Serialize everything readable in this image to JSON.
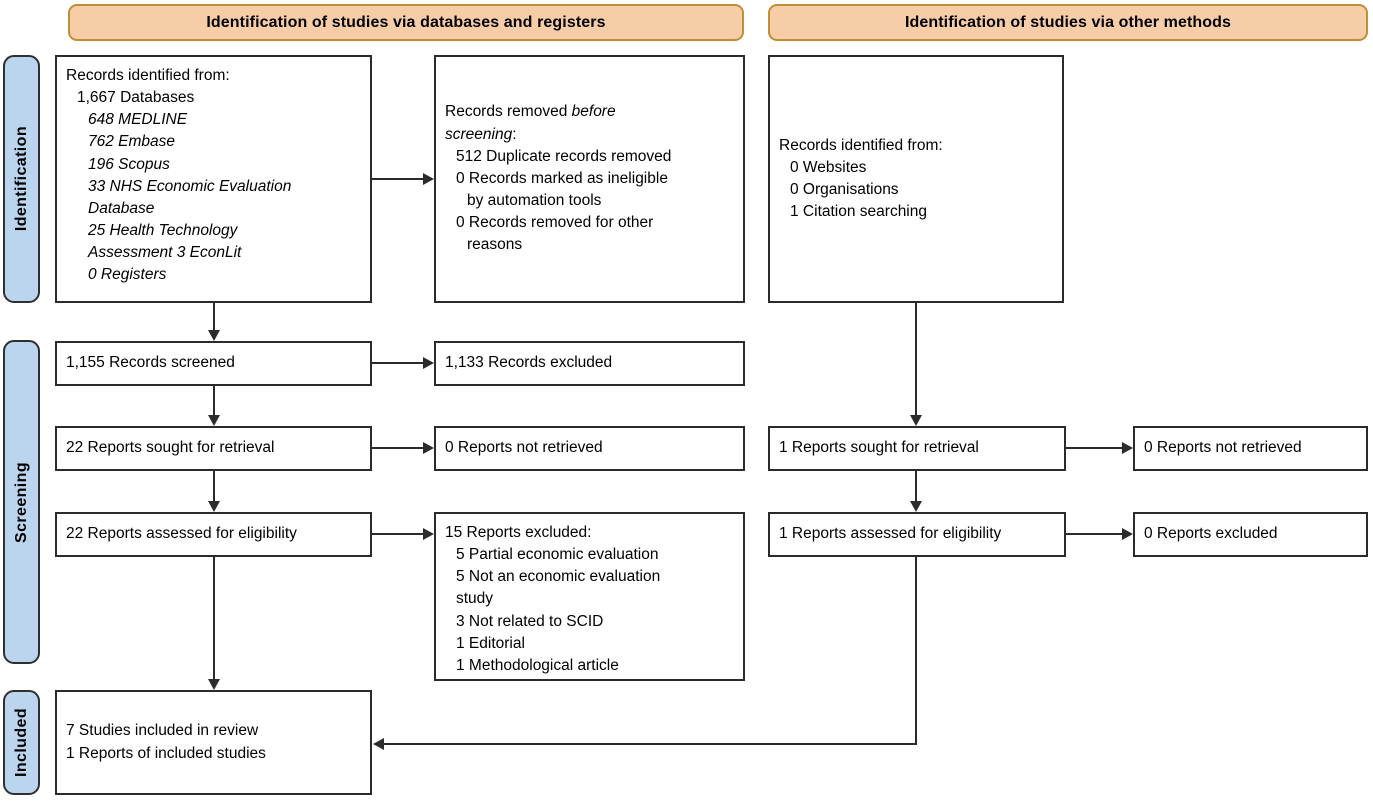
{
  "diagram": {
    "title": "PRISMA 2020 flow diagram",
    "colors": {
      "header_fill": "#F7CDA8",
      "header_border": "#BF8F35",
      "stage_tab_fill": "#BCD5EF",
      "box_border": "#2b2b2b",
      "connector": "#2b2b2b",
      "background": "#FFFFFF"
    }
  },
  "headers": [
    {
      "label": "Identification of studies via databases and registers"
    },
    {
      "label": "Identification of studies via other methods"
    }
  ],
  "stages": [
    {
      "label": "Identification"
    },
    {
      "label": "Screening"
    },
    {
      "label": "Included"
    }
  ],
  "boxes": {
    "records_identified_db": {
      "lines": [
        {
          "text": "Records identified from:",
          "indent": 0,
          "italic": false
        },
        {
          "text": "1,667 Databases",
          "indent": 1,
          "italic": false
        },
        {
          "text": "648 MEDLINE",
          "indent": 2,
          "italic": true
        },
        {
          "text": "762 Embase",
          "indent": 2,
          "italic": true
        },
        {
          "text": "196 Scopus",
          "indent": 2,
          "italic": true
        },
        {
          "text": "33 NHS Economic Evaluation",
          "indent": 2,
          "italic": true
        },
        {
          "text": "Database",
          "indent": 2,
          "italic": true
        },
        {
          "text": "25 Health Technology",
          "indent": 2,
          "italic": true
        },
        {
          "text": "Assessment 3 EconLit",
          "indent": 2,
          "italic": true
        },
        {
          "text": "0 Registers",
          "indent": 2,
          "italic": true
        }
      ]
    },
    "records_removed": {
      "lines": [
        {
          "text": "Records removed ",
          "indent": 0,
          "italic": false,
          "tail": "before",
          "tail_italic": true
        },
        {
          "text": "screening",
          "indent": 0,
          "italic": true,
          "tail": ":",
          "tail_italic": false
        },
        {
          "text": "512 Duplicate records removed",
          "indent": 1,
          "italic": false
        },
        {
          "text": "0 Records marked as ineligible",
          "indent": 1,
          "italic": false
        },
        {
          "text": "by automation tools",
          "indent": 2,
          "italic": false
        },
        {
          "text": "0 Records removed for other",
          "indent": 1,
          "italic": false
        },
        {
          "text": "reasons",
          "indent": 2,
          "italic": false
        }
      ]
    },
    "records_identified_other": {
      "lines": [
        {
          "text": "Records identified from:",
          "indent": 0,
          "italic": false
        },
        {
          "text": "0 Websites",
          "indent": 1,
          "italic": false
        },
        {
          "text": "0 Organisations",
          "indent": 1,
          "italic": false
        },
        {
          "text": "1 Citation searching",
          "indent": 1,
          "italic": false
        }
      ]
    },
    "records_screened": {
      "lines": [
        {
          "text": "1,155 Records screened",
          "indent": 0,
          "italic": false
        }
      ]
    },
    "records_excluded": {
      "lines": [
        {
          "text": "1,133 Records excluded",
          "indent": 0,
          "italic": false
        }
      ]
    },
    "reports_sought_db": {
      "lines": [
        {
          "text": "22 Reports sought for retrieval",
          "indent": 0,
          "italic": false
        }
      ]
    },
    "reports_not_retrieved_db": {
      "lines": [
        {
          "text": "0 Reports not retrieved",
          "indent": 0,
          "italic": false
        }
      ]
    },
    "reports_assessed_db": {
      "lines": [
        {
          "text": "22 Reports assessed for eligibility",
          "indent": 0,
          "italic": false
        }
      ]
    },
    "reports_excluded_db": {
      "lines": [
        {
          "text": "15 Reports excluded:",
          "indent": 0,
          "italic": false
        },
        {
          "text": "5 Partial economic evaluation",
          "indent": 1,
          "italic": false
        },
        {
          "text": "5 Not an economic evaluation",
          "indent": 1,
          "italic": false
        },
        {
          "text": "study",
          "indent": 1,
          "italic": false
        },
        {
          "text": "3 Not related to SCID",
          "indent": 1,
          "italic": false
        },
        {
          "text": "1 Editorial",
          "indent": 1,
          "italic": false
        },
        {
          "text": "1 Methodological article",
          "indent": 1,
          "italic": false
        }
      ]
    },
    "reports_sought_other": {
      "lines": [
        {
          "text": "1 Reports sought for retrieval",
          "indent": 0,
          "italic": false
        }
      ]
    },
    "reports_not_retrieved_other": {
      "lines": [
        {
          "text": "0 Reports not retrieved",
          "indent": 0,
          "italic": false
        }
      ]
    },
    "reports_assessed_other": {
      "lines": [
        {
          "text": "1 Reports assessed for eligibility",
          "indent": 0,
          "italic": false
        }
      ]
    },
    "reports_excluded_other": {
      "lines": [
        {
          "text": "0 Reports excluded",
          "indent": 0,
          "italic": false
        }
      ]
    },
    "studies_included": {
      "lines": [
        {
          "text": "7 Studies included in review",
          "indent": 0,
          "italic": false
        },
        {
          "text": "1 Reports of included studies",
          "indent": 0,
          "italic": false
        }
      ]
    }
  }
}
